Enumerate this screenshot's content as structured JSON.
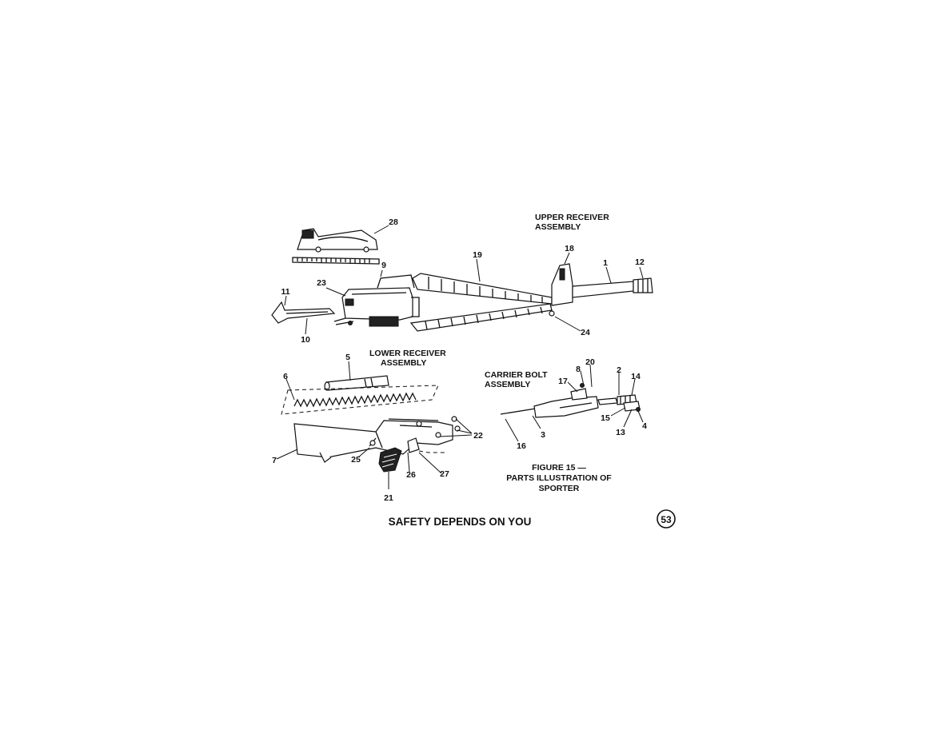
{
  "headings": {
    "upper_line1": "UPPER RECEIVER",
    "upper_line2": "ASSEMBLY",
    "lower_line1": "LOWER RECEIVER",
    "lower_line2": "ASSEMBLY",
    "carrier_line1": "CARRIER BOLT",
    "carrier_line2": "ASSEMBLY"
  },
  "figure_caption": {
    "line1": "FIGURE 15 —",
    "line2": "PARTS ILLUSTRATION OF",
    "line3": "SPORTER"
  },
  "footer": {
    "text": "SAFETY DEPENDS ON YOU",
    "page_number": "53"
  },
  "callouts": {
    "c1": "1",
    "c2": "2",
    "c3": "3",
    "c4": "4",
    "c5": "5",
    "c6": "6",
    "c7": "7",
    "c8": "8",
    "c9": "9",
    "c10": "10",
    "c11": "11",
    "c12": "12",
    "c13": "13",
    "c14": "14",
    "c15": "15",
    "c16": "16",
    "c17": "17",
    "c18": "18",
    "c19": "19",
    "c20": "20",
    "c21": "21",
    "c22": "22",
    "c23": "23",
    "c24": "24",
    "c25": "25",
    "c26": "26",
    "c27": "27",
    "c28": "28"
  }
}
